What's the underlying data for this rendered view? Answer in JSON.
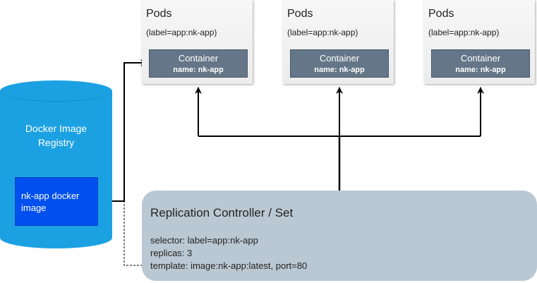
{
  "pods": [
    {
      "title": "Pods",
      "label": "(label=app:nk-app)",
      "container_title": "Container",
      "container_name": "name: nk-app"
    },
    {
      "title": "Pods",
      "label": "(label=app:nk-app)",
      "container_title": "Container",
      "container_name": "name: nk-app"
    },
    {
      "title": "Pods",
      "label": "(label=app:nk-app)",
      "container_title": "Container",
      "container_name": "name: nk-app"
    }
  ],
  "registry": {
    "title_line1": "Docker Image",
    "title_line2": "Registry",
    "image_line1": "nk-app docker",
    "image_line2": "image"
  },
  "controller": {
    "title": "Replication Controller / Set",
    "selector": "selector: label=app:nk-app",
    "replicas": "replicas: 3",
    "template": "template: image:nk-app:latest, port=80"
  },
  "colors": {
    "pod_fill": "#efefef",
    "container_fill": "#647687",
    "registry_fill": "#1ba1e2",
    "image_fill": "#0050ef",
    "controller_fill": "#bac8d3",
    "wire": "#000000"
  }
}
